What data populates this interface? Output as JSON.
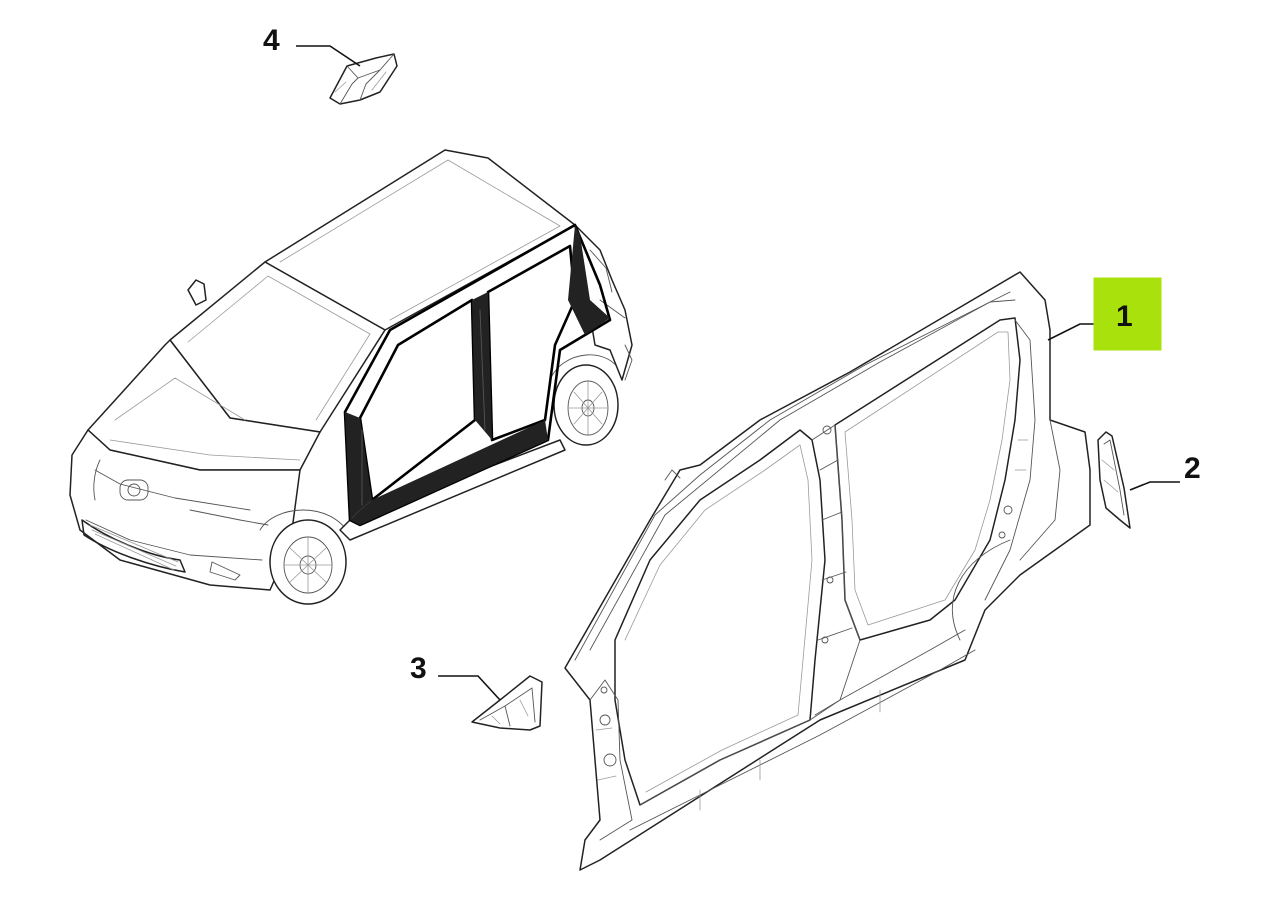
{
  "diagram": {
    "callouts": [
      {
        "id": "1",
        "label": "1",
        "highlighted": true
      },
      {
        "id": "2",
        "label": "2",
        "highlighted": false
      },
      {
        "id": "3",
        "label": "3",
        "highlighted": false
      },
      {
        "id": "4",
        "label": "4",
        "highlighted": false
      }
    ],
    "colors": {
      "highlight": "#a8e10c",
      "line": "#222222",
      "background": "#ffffff"
    }
  }
}
